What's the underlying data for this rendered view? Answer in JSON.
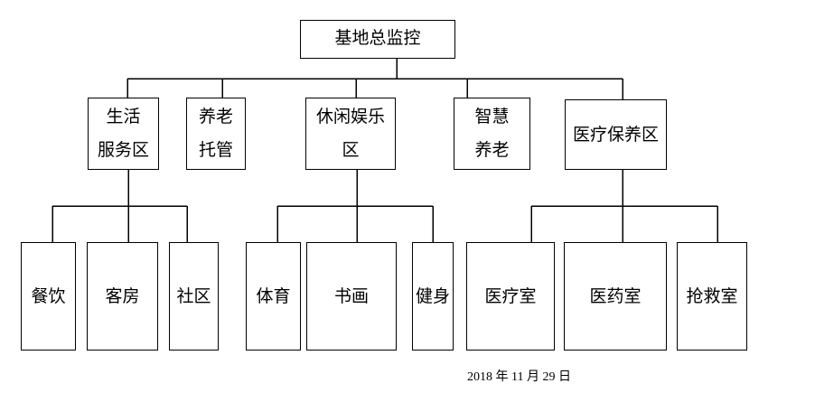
{
  "diagram": {
    "root": {
      "label": "基地总监控"
    },
    "level2": [
      {
        "lines": [
          "生活",
          "服务区"
        ]
      },
      {
        "lines": [
          "养老",
          "托管"
        ]
      },
      {
        "lines": [
          "休闲娱乐",
          "区"
        ]
      },
      {
        "lines": [
          "智慧",
          "养老"
        ]
      },
      {
        "lines": [
          "医疗保养区"
        ]
      }
    ],
    "level3": [
      {
        "label": "餐饮"
      },
      {
        "label": "客房"
      },
      {
        "label": "社区"
      },
      {
        "label": "体育"
      },
      {
        "label": "书画"
      },
      {
        "label": "健身"
      },
      {
        "label": "医疗室"
      },
      {
        "label": "医药室"
      },
      {
        "label": "抢救室"
      }
    ],
    "date": "2018 年 11 月 29 日",
    "colors": {
      "line": "#000000",
      "text": "#000000",
      "background": "#ffffff"
    }
  }
}
